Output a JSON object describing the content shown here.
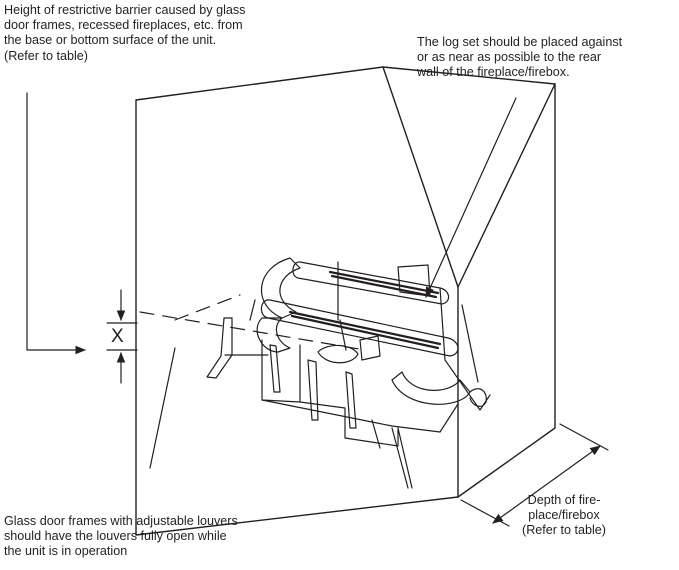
{
  "annotations": {
    "barrier_height": {
      "lines": [
        "Height of restrictive barrier caused by glass",
        "door frames, recessed fireplaces, etc. from",
        "the base or bottom surface of the unit.",
        "(Refer to table)"
      ]
    },
    "log_placement": {
      "lines": [
        "The log set should be placed against",
        "or as near as possible to the rear",
        "wall of the fireplace/firebox."
      ]
    },
    "louvers": {
      "lines": [
        "Glass door frames with adjustable louvers",
        "should have the louvers fully open while",
        "the unit is in operation"
      ]
    },
    "depth": {
      "lines": [
        "Depth of fire-",
        "place/firebox",
        "(Refer to table)"
      ]
    }
  },
  "dimension_marker": "X",
  "colors": {
    "line": "#231f20",
    "background": "#ffffff"
  }
}
